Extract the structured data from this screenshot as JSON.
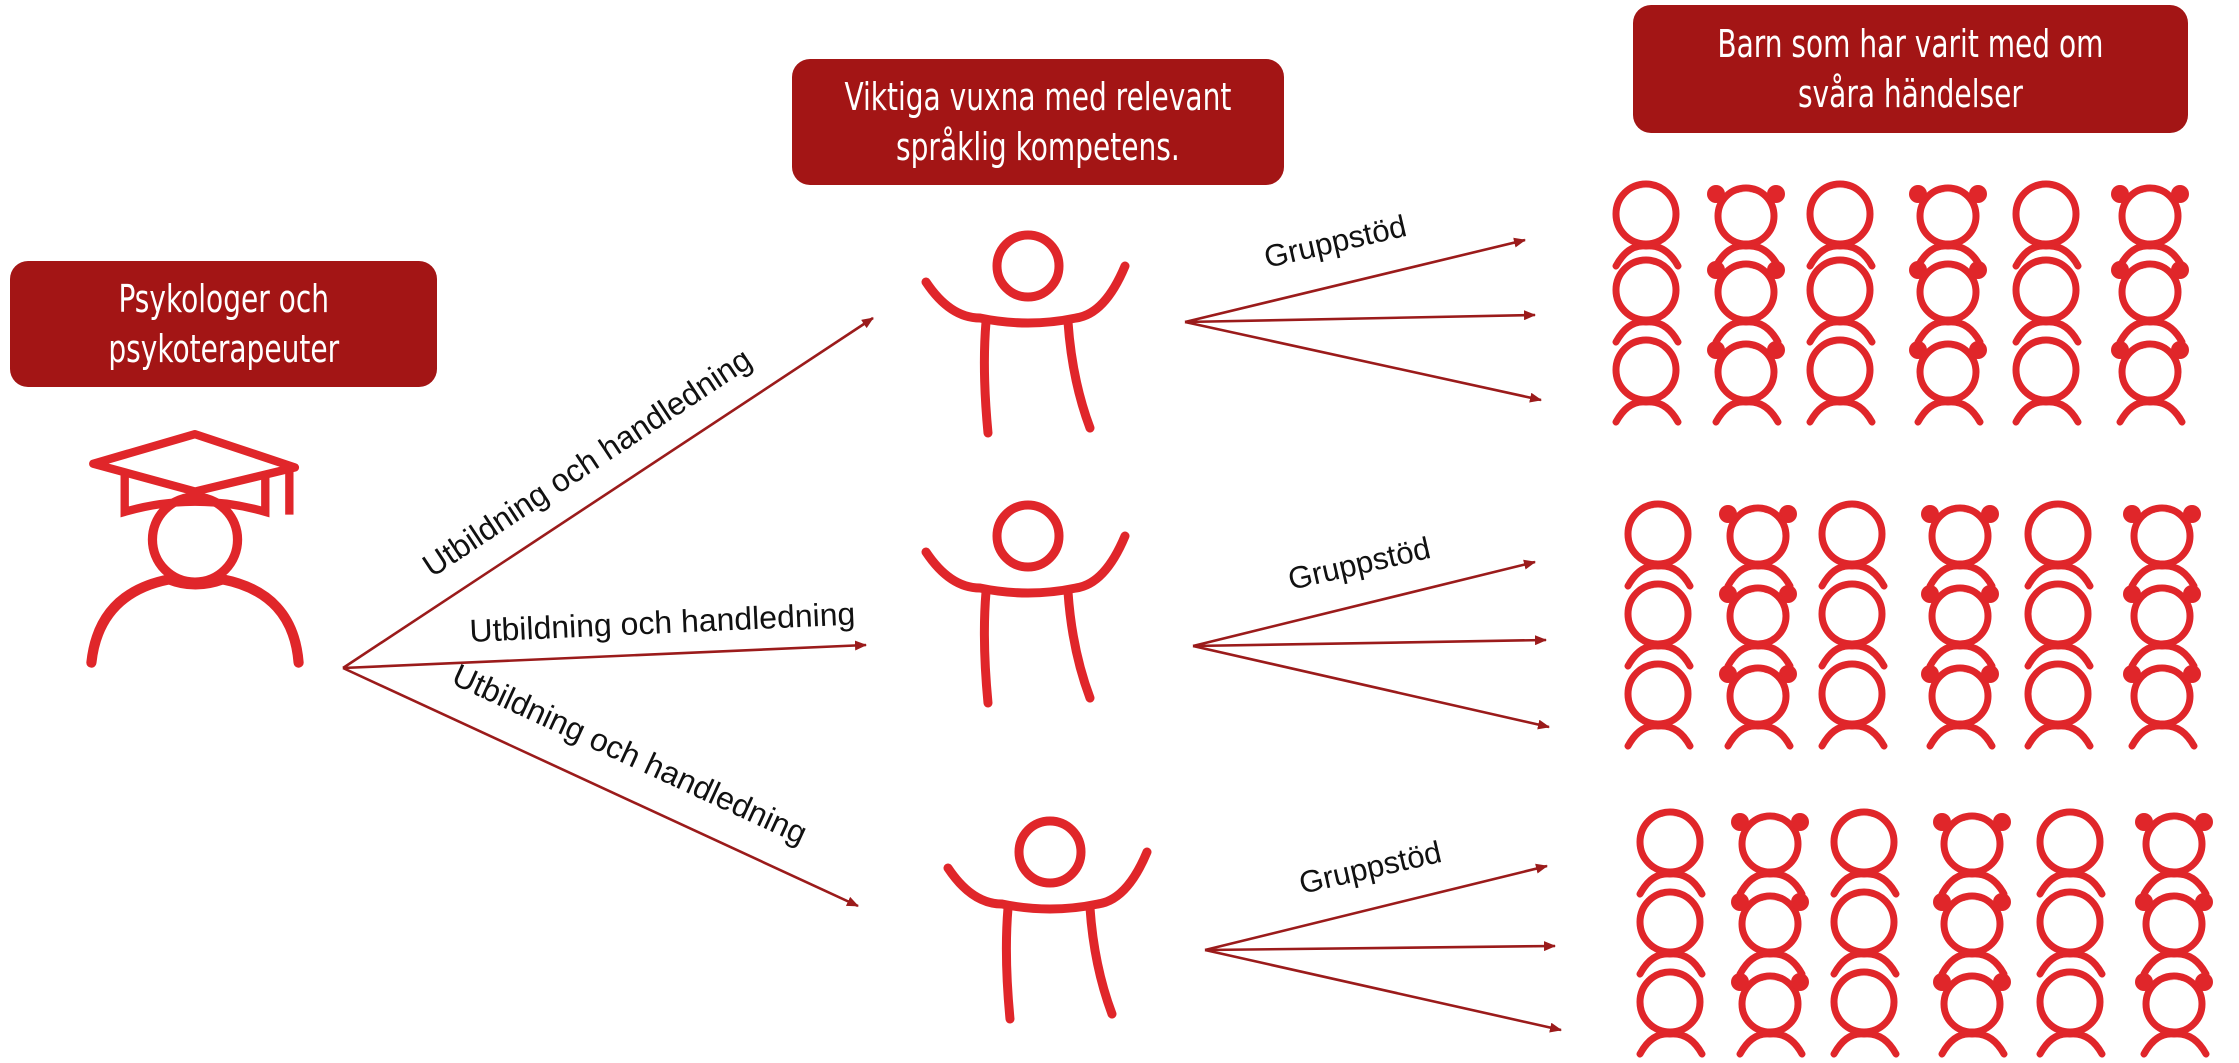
{
  "boxes": {
    "psychologists": "Psykologer och\npsykoterapeuter",
    "adults": "Viktiga vuxna med relevant\nspråklig kompetens.",
    "children": "Barn som har varit med om\nsvåra händelser"
  },
  "edges": {
    "training_top": "Utbildning och handledning",
    "training_middle": "Utbildning och handledning",
    "training_bottom": "Utbildning och handledning",
    "support_top": "Gruppstöd",
    "support_middle": "Gruppstöd",
    "support_bottom": "Gruppstöd"
  },
  "icons": {
    "psychologist": "graduate-person-icon",
    "adult": "person-arms-raised-icon",
    "child_boy": "child-icon",
    "child_girl": "child-pigtails-icon"
  },
  "children_groups": {
    "count": 3,
    "rows": 3,
    "columns": 6
  },
  "colors": {
    "box": "#a31515",
    "icon": "#e0262a",
    "arrow": "#9b1b1b"
  }
}
